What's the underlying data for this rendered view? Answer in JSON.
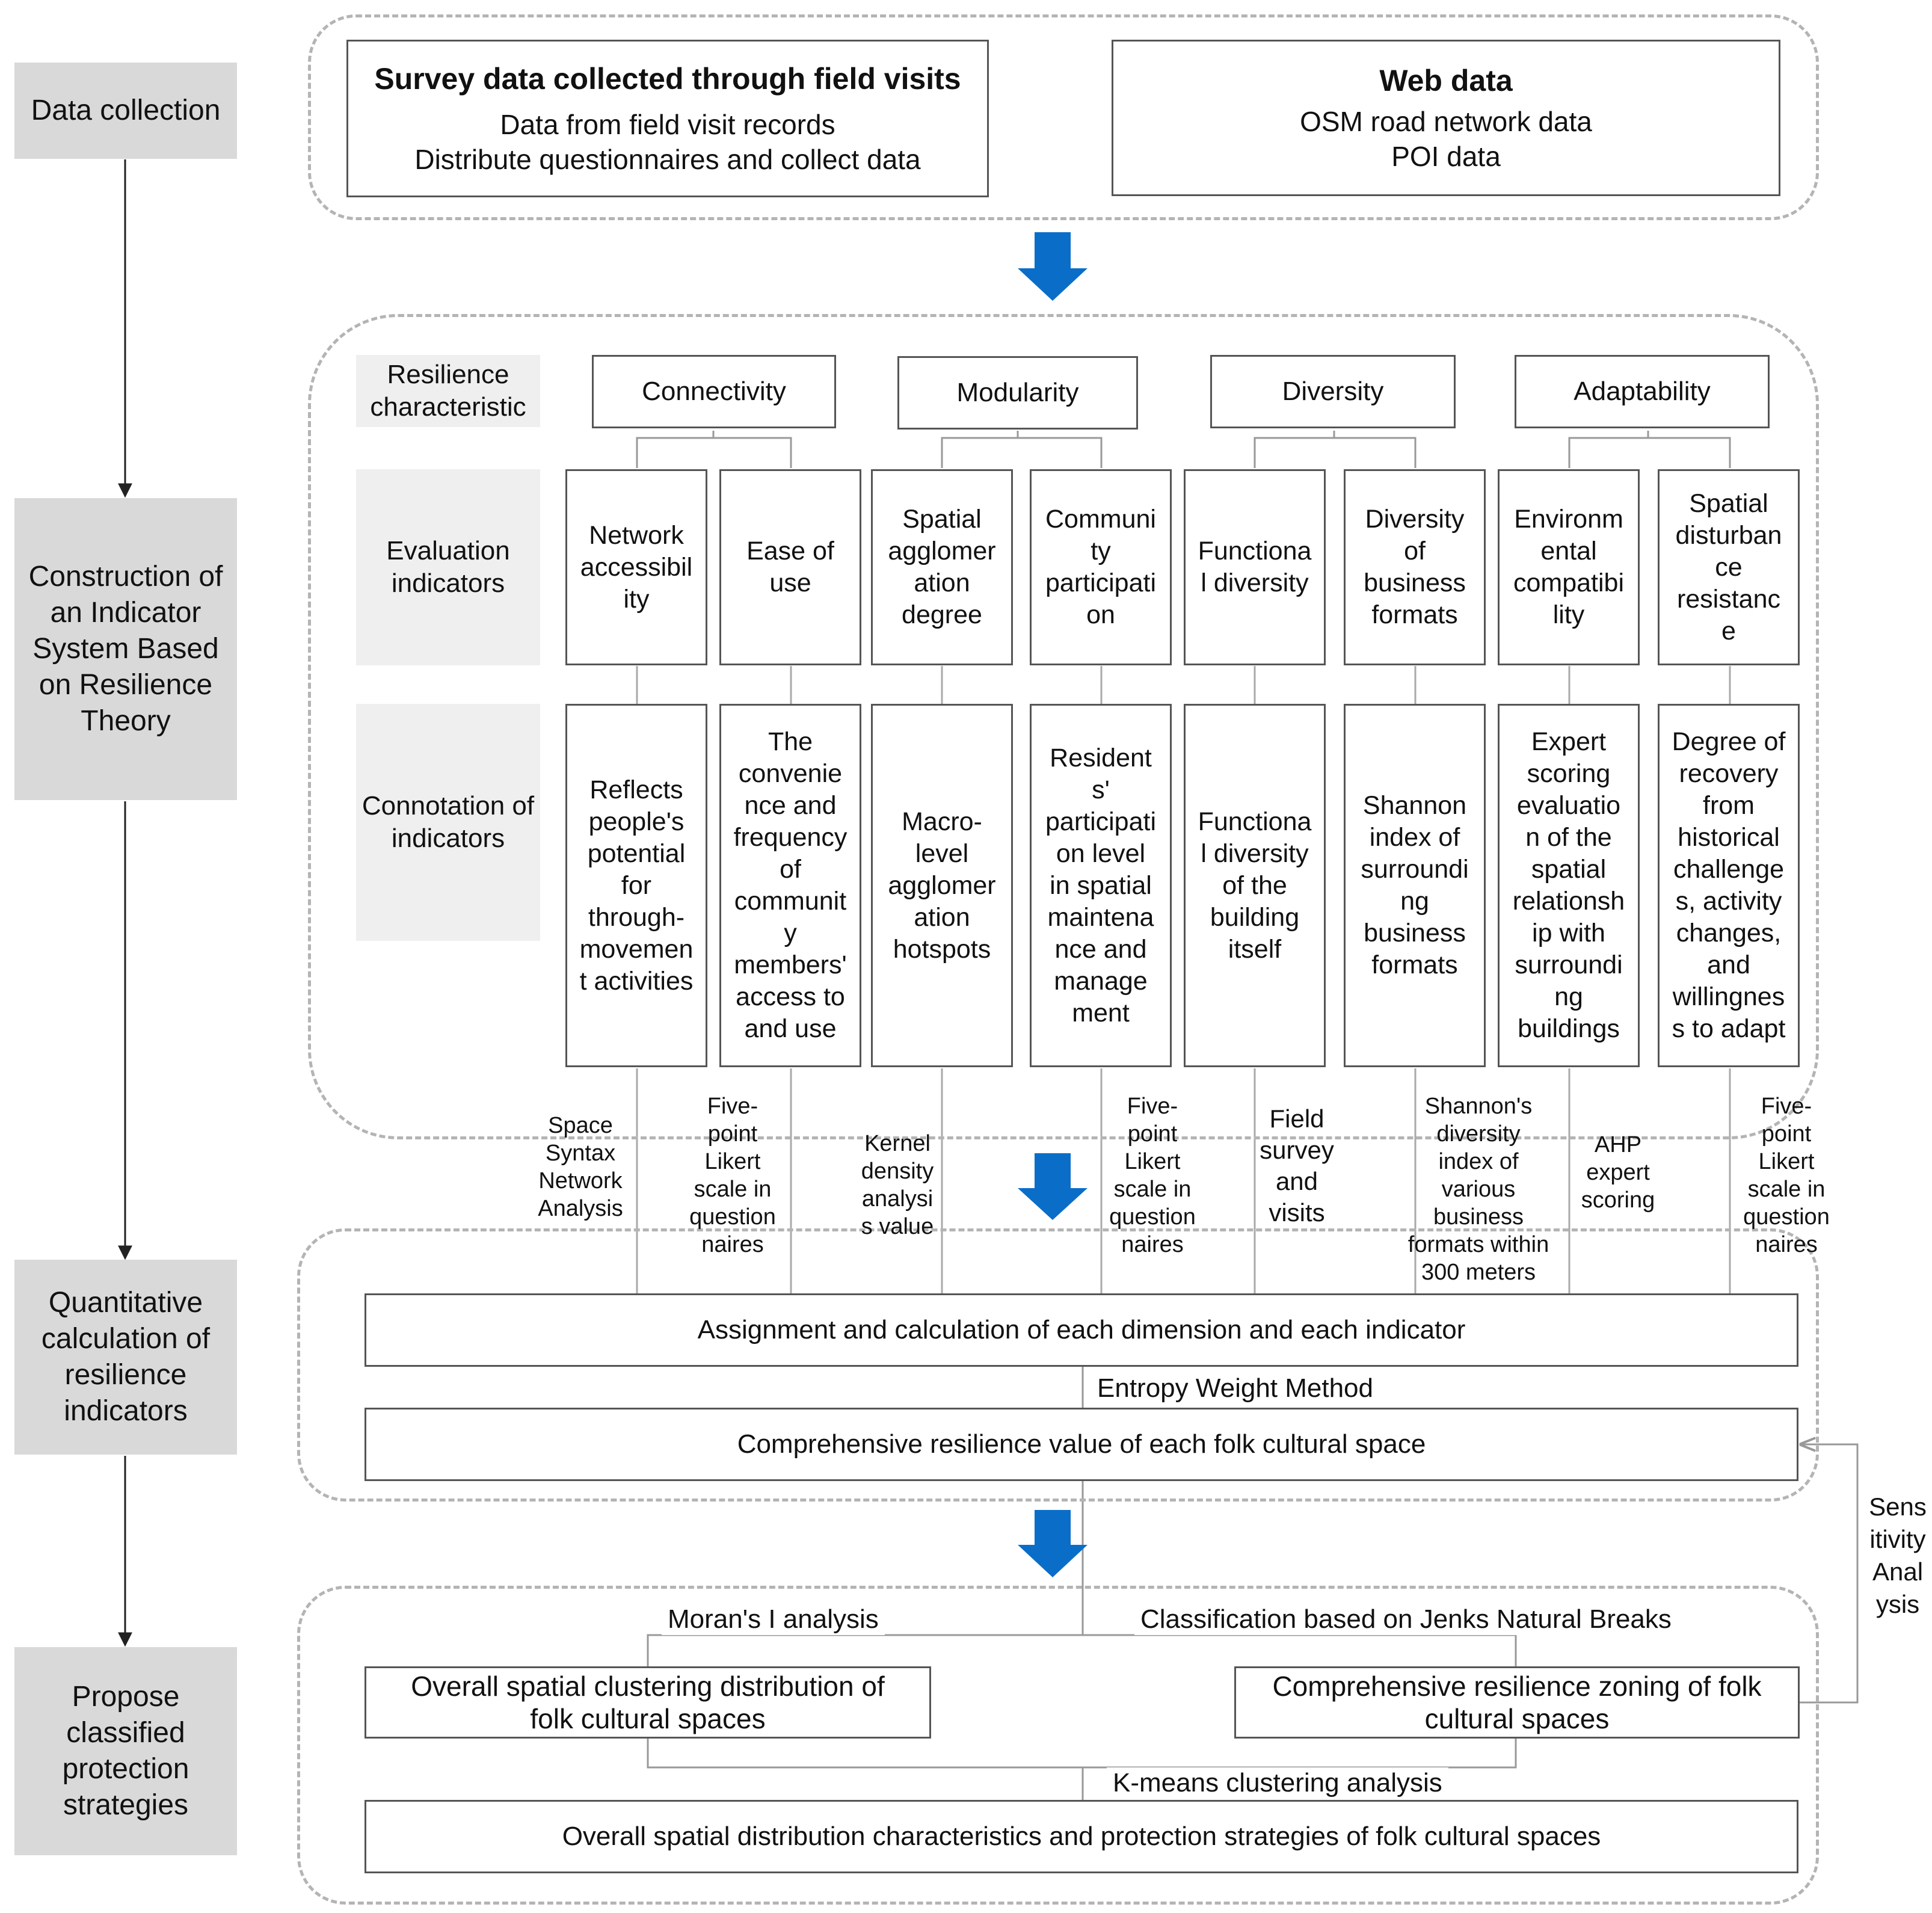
{
  "stages": {
    "data_collection": "Data collection",
    "construction": "Construction of an Indicator System Based on Resilience Theory",
    "quantitative": "Quantitative calculation of resilience indicators",
    "propose": "Propose classified protection strategies"
  },
  "sources": {
    "survey": {
      "title": "Survey data collected through field visits",
      "line1": "Data from field visit records",
      "line2": "Distribute questionnaires and collect data"
    },
    "web": {
      "title": "Web data",
      "line1": "OSM road network data",
      "line2": "POI data"
    }
  },
  "row_labels": {
    "characteristic": "Resilience characteristic",
    "indicators": "Evaluation indicators",
    "connotation": "Connotation of indicators"
  },
  "characteristics": [
    "Connectivity",
    "Modularity",
    "Diversity",
    "Adaptability"
  ],
  "indicators": [
    "Network\naccessibil\nity",
    "Ease of\nuse",
    "Spatial\nagglomer\nation\ndegree",
    "Communi\nty\nparticipati\non",
    "Functiona\nl diversity",
    "Diversity\nof\nbusiness\nformats",
    "Environm\nental\ncompatibi\nlity",
    "Spatial\ndisturban\nce\nresistanc\ne"
  ],
  "connotations": [
    "Reflects\npeople's\npotential\nfor\nthrough-\nmovemen\nt activities",
    "The\nconvenie\nnce and\nfrequency\nof\ncommunit\ny\nmembers'\naccess to\nand use",
    "Macro-\nlevel\nagglomer\nation\nhotspots",
    "Resident\ns'\nparticipati\non level\nin spatial\nmaintena\nnce and\nmanage\nment",
    "Functiona\nl diversity\nof the\nbuilding\nitself",
    "Shannon\nindex of\nsurroundi\nng\nbusiness\nformats",
    "Expert\nscoring\nevaluatio\nn of the\nspatial\nrelationsh\nip with\nsurroundi\nng\nbuildings",
    "Degree of\nrecovery\nfrom\nhistorical\nchallenge\ns, activity\nchanges,\nand\nwillingnes\ns to adapt"
  ],
  "methods": [
    "Space\nSyntax\nNetwork\nAnalysis",
    "Five-\npoint\nLikert\nscale in\nquestion\nnaires",
    "Kernel\ndensity\nanalysi\ns value",
    "Five-\npoint\nLikert\nscale in\nquestion\nnaires",
    "Field\nsurvey\nand\nvisits",
    "Shannon's\ndiversity\nindex of\nvarious\nbusiness\nformats within\n300 meters",
    "AHP\nexpert\nscoring",
    "Five-\npoint\nLikert\nscale in\nquestion\nnaires"
  ],
  "calc": {
    "assignment": "Assignment and calculation of each dimension and each indicator",
    "entropy": "Entropy Weight Method",
    "comprehensive": "Comprehensive resilience value of each folk cultural space",
    "sensitivity": "Sens\nitivity\nAnal\nysis"
  },
  "strategy": {
    "moran": "Moran's I analysis",
    "jenks": "Classification based on Jenks Natural Breaks",
    "clustering": "Overall spatial clustering distribution of folk cultural spaces",
    "zoning": "Comprehensive resilience zoning of folk cultural spaces",
    "kmeans": "K-means clustering analysis",
    "final": "Overall spatial distribution characteristics and protection strategies of folk cultural spaces"
  },
  "colors": {
    "arrow": "#0a6ec8",
    "stage_bg": "#d9d9d9",
    "label_bg": "#efefef",
    "dashed": "#b4b4b4"
  }
}
